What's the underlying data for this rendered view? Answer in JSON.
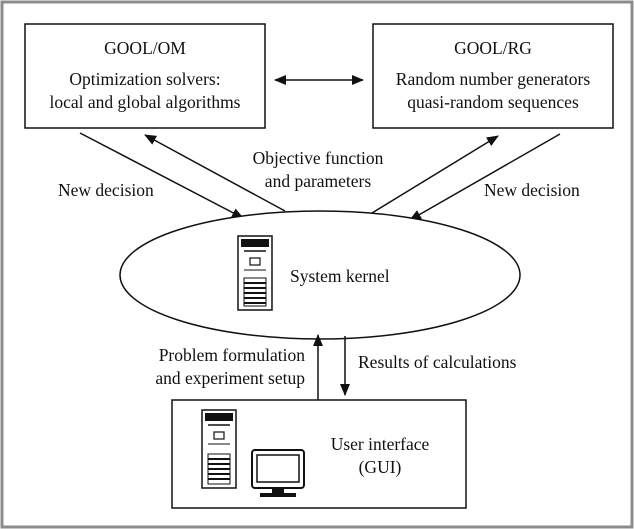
{
  "colors": {
    "frame": "#8c8c8c",
    "stroke": "#111111",
    "background": "#ffffff"
  },
  "modules": {
    "om": {
      "title": "GOOL/OM",
      "line1": "Optimization solvers:",
      "line2": "local and global algorithms"
    },
    "rg": {
      "title": "GOOL/RG",
      "line1": "Random number generators",
      "line2": "quasi-random sequences"
    },
    "kernel": {
      "label": "System kernel",
      "icon": "server-tower-icon"
    },
    "gui": {
      "line1": "User interface",
      "line2": "(GUI)",
      "icons": [
        "server-tower-icon",
        "monitor-icon"
      ]
    }
  },
  "edges": {
    "om_rg": {
      "direction": "bidirectional"
    },
    "om_kernel": {
      "label1": "Objective function",
      "label2": "and parameters",
      "label3": "New decision"
    },
    "rg_kernel": {
      "label": "New decision"
    },
    "gui_kernel": {
      "up_label1": "Problem formulation",
      "up_label2": "and experiment setup",
      "down_label": "Results of calculations"
    }
  }
}
